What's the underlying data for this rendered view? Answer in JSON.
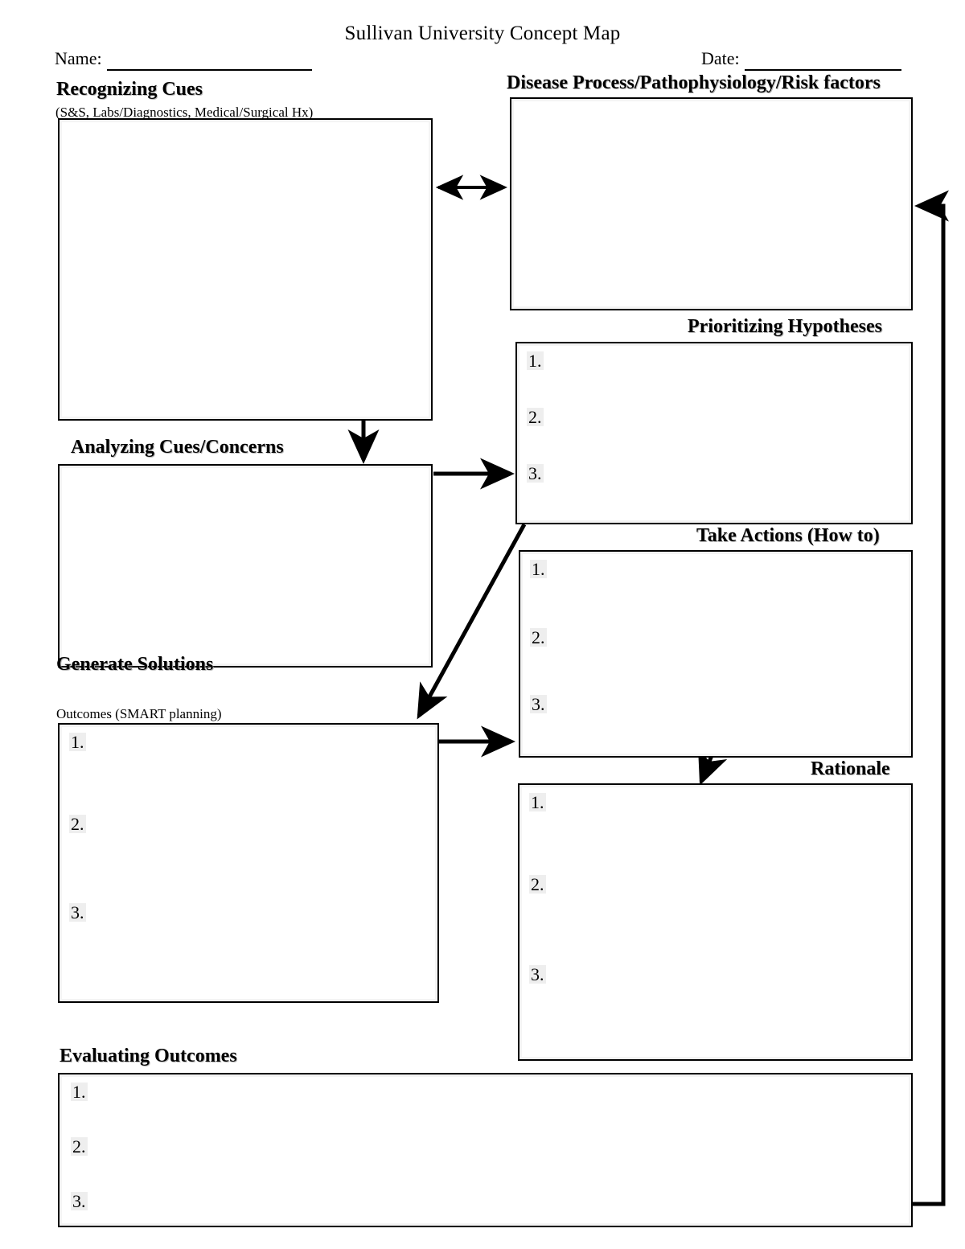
{
  "document": {
    "title": "Sullivan University Concept Map"
  },
  "fields": [
    {
      "label": "Name:",
      "value": ""
    },
    {
      "label": "Date:",
      "value": ""
    }
  ],
  "sections": {
    "recognizing_cues": {
      "heading": "Recognizing Cues",
      "subtitle": "(S&S, Labs/Diagnostics, Medical/Surgical Hx)",
      "items": []
    },
    "disease_process": {
      "heading": "Disease Process/Pathophysiology/Risk factors",
      "items": []
    },
    "analyzing_cues": {
      "heading": "Analyzing Cues/Concerns",
      "items": []
    },
    "prioritizing_hypotheses": {
      "heading": "Prioritizing Hypotheses",
      "items": [
        "1.",
        "2.",
        "3."
      ]
    },
    "take_actions": {
      "heading": "Take Actions (How to)",
      "items": [
        "1.",
        "2.",
        "3."
      ]
    },
    "generate_solutions": {
      "heading": "Generate Solutions",
      "subtitle": "Outcomes (SMART planning)",
      "items": [
        "1.",
        "2.",
        "3."
      ]
    },
    "rationale": {
      "heading": "Rationale",
      "items": [
        "1.",
        "2.",
        "3."
      ]
    },
    "evaluating_outcomes": {
      "heading": "Evaluating Outcomes",
      "items": [
        "1.",
        "2.",
        "3."
      ]
    }
  },
  "colors": {
    "ink": "#000000",
    "paper": "#ffffff",
    "number_highlight": "#eeeeee",
    "box_inner_shade": "#f4f4f4"
  }
}
